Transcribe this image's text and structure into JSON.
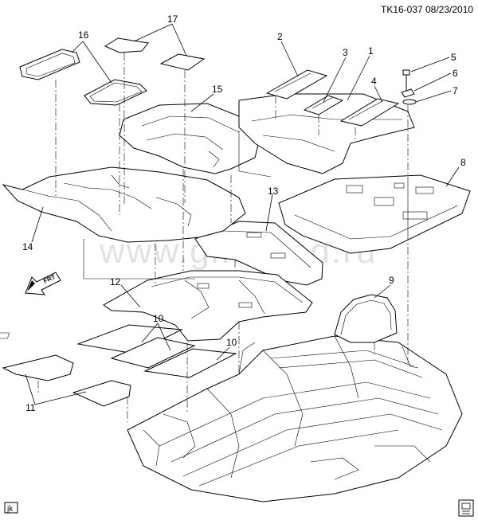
{
  "header": {
    "code": "TK16-037",
    "date": "08/23/2010"
  },
  "watermark": "www.gmsklad.ru",
  "footer": {
    "tag": "jk"
  },
  "direction_marker": "FRT",
  "callouts": [
    "1",
    "2",
    "3",
    "4",
    "5",
    "6",
    "7",
    "8",
    "9",
    "10",
    "10",
    "11",
    "12",
    "13",
    "14",
    "15",
    "16",
    "17"
  ]
}
